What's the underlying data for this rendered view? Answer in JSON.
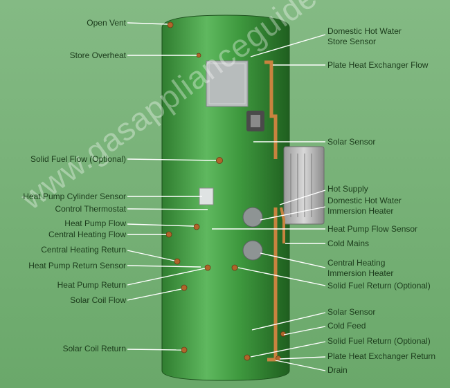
{
  "watermark": "www.gasapplianceguide.co.uk",
  "colors": {
    "background": "#79b279",
    "cylinder": "#3f9a3f",
    "copper": "#c8833f",
    "leader": "#ffffff"
  },
  "labels_left": [
    "Open Vent",
    "Store Overheat",
    "Solid Fuel Flow (Optional)",
    "Heat Pump Cylinder Sensor",
    "Control Thermostat",
    "Heat Pump Flow",
    "Central Heating Flow",
    "Central Heating Return",
    "Heat Pump Return Sensor",
    "Heat Pump Return",
    "Solar Coil Flow",
    "Solar Coil Return"
  ],
  "labels_right": [
    "Domestic Hot Water",
    "Store Sensor",
    "Plate Heat Exchanger Flow",
    "Solar Sensor",
    "Hot Supply",
    "Domestic Hot Water",
    "Immersion Heater",
    "Heat Pump Flow Sensor",
    "Cold Mains",
    "Central Heating",
    "Immersion Heater",
    "Solid Fuel Return (Optional)",
    "Solar Sensor",
    "Cold Feed",
    "Solid Fuel Return (Optional)",
    "Plate Heat Exchanger Return",
    "Drain"
  ]
}
